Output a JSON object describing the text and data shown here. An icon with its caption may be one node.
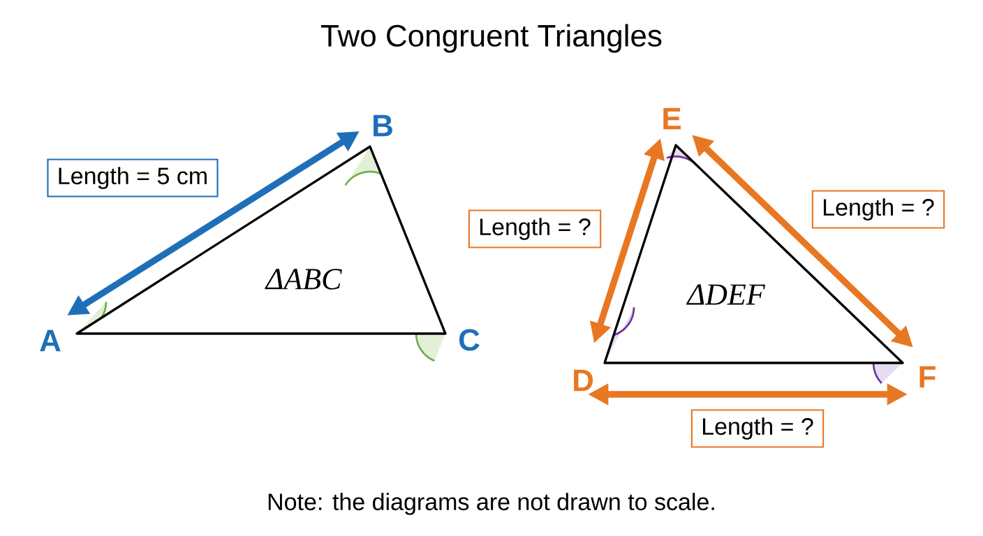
{
  "diagram": {
    "title": "Two Congruent Triangles",
    "caption": "Note: the diagrams are not drawn to scale.",
    "nodes": [
      {
        "text": [
          "ΔABC"
        ]
      },
      {
        "text": [
          "Length = 5 cm"
        ]
      },
      {
        "text": [
          "ΔDEF"
        ]
      },
      {
        "text": [
          "Length = ?"
        ]
      },
      {
        "text": [
          "Length = ?"
        ]
      },
      {
        "text": [
          "Length = ?"
        ]
      }
    ],
    "labels": [
      "A",
      "B",
      "C",
      "D",
      "E",
      "F"
    ]
  }
}
